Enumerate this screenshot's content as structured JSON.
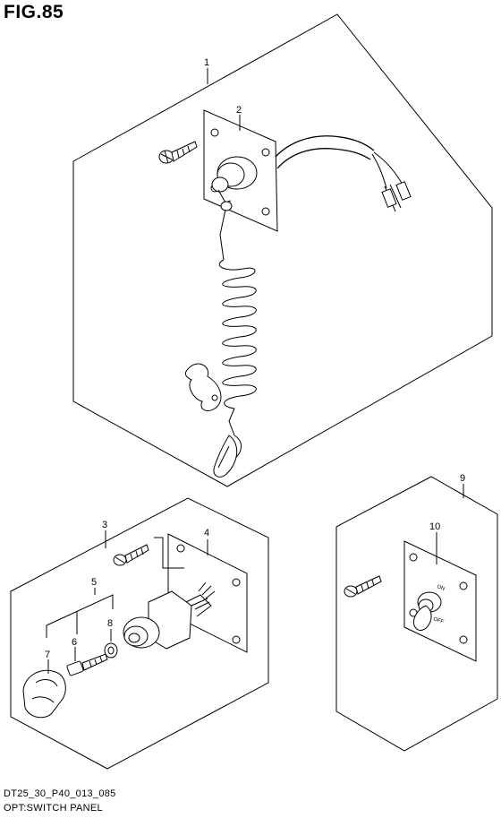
{
  "figure": {
    "title": "FIG.85",
    "drawing_code": "DT25_30_P40_013_085",
    "caption": "OPT:SWITCH PANEL"
  },
  "callouts": {
    "c1": "1",
    "c2": "2",
    "c3": "3",
    "c4": "4",
    "c5": "5",
    "c6": "6",
    "c7": "7",
    "c8": "8",
    "c9": "9",
    "c10": "10"
  },
  "switch_labels": {
    "on": "ON",
    "off": "OFF"
  }
}
